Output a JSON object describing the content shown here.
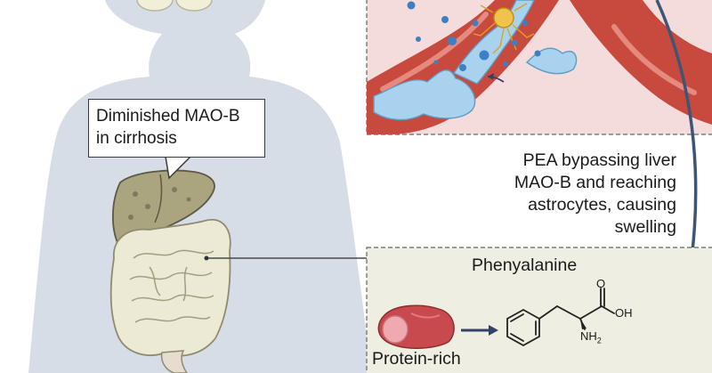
{
  "callout": {
    "lines": [
      "Diminished MAO-B",
      "in cirrhosis"
    ]
  },
  "side_text": {
    "lines": [
      "PEA bypassing liver",
      "MAO-B and reaching",
      "astrocytes, causing",
      "swelling"
    ]
  },
  "compound": {
    "name": "Phenyalanine",
    "atom_o": "O",
    "atom_oh": "OH",
    "atom_nh": "NH",
    "atom_nh_sub": "2"
  },
  "food": {
    "label": "Protein-rich"
  },
  "colors": {
    "body": "#d6dde6",
    "brain_panel_bg": "#f4dcdc",
    "vessel": "#c8493e",
    "astrocyte": "#a9d2ee",
    "neuron": "#f0c34a",
    "molecule_dot": "#3e7fc4",
    "liver": "#aaa47f",
    "intestine": "#ece9d4",
    "amino_panel_bg": "#eeeee2",
    "meat": "#c8494e",
    "arrow": "#2f4466",
    "curve": "#3e5575"
  }
}
